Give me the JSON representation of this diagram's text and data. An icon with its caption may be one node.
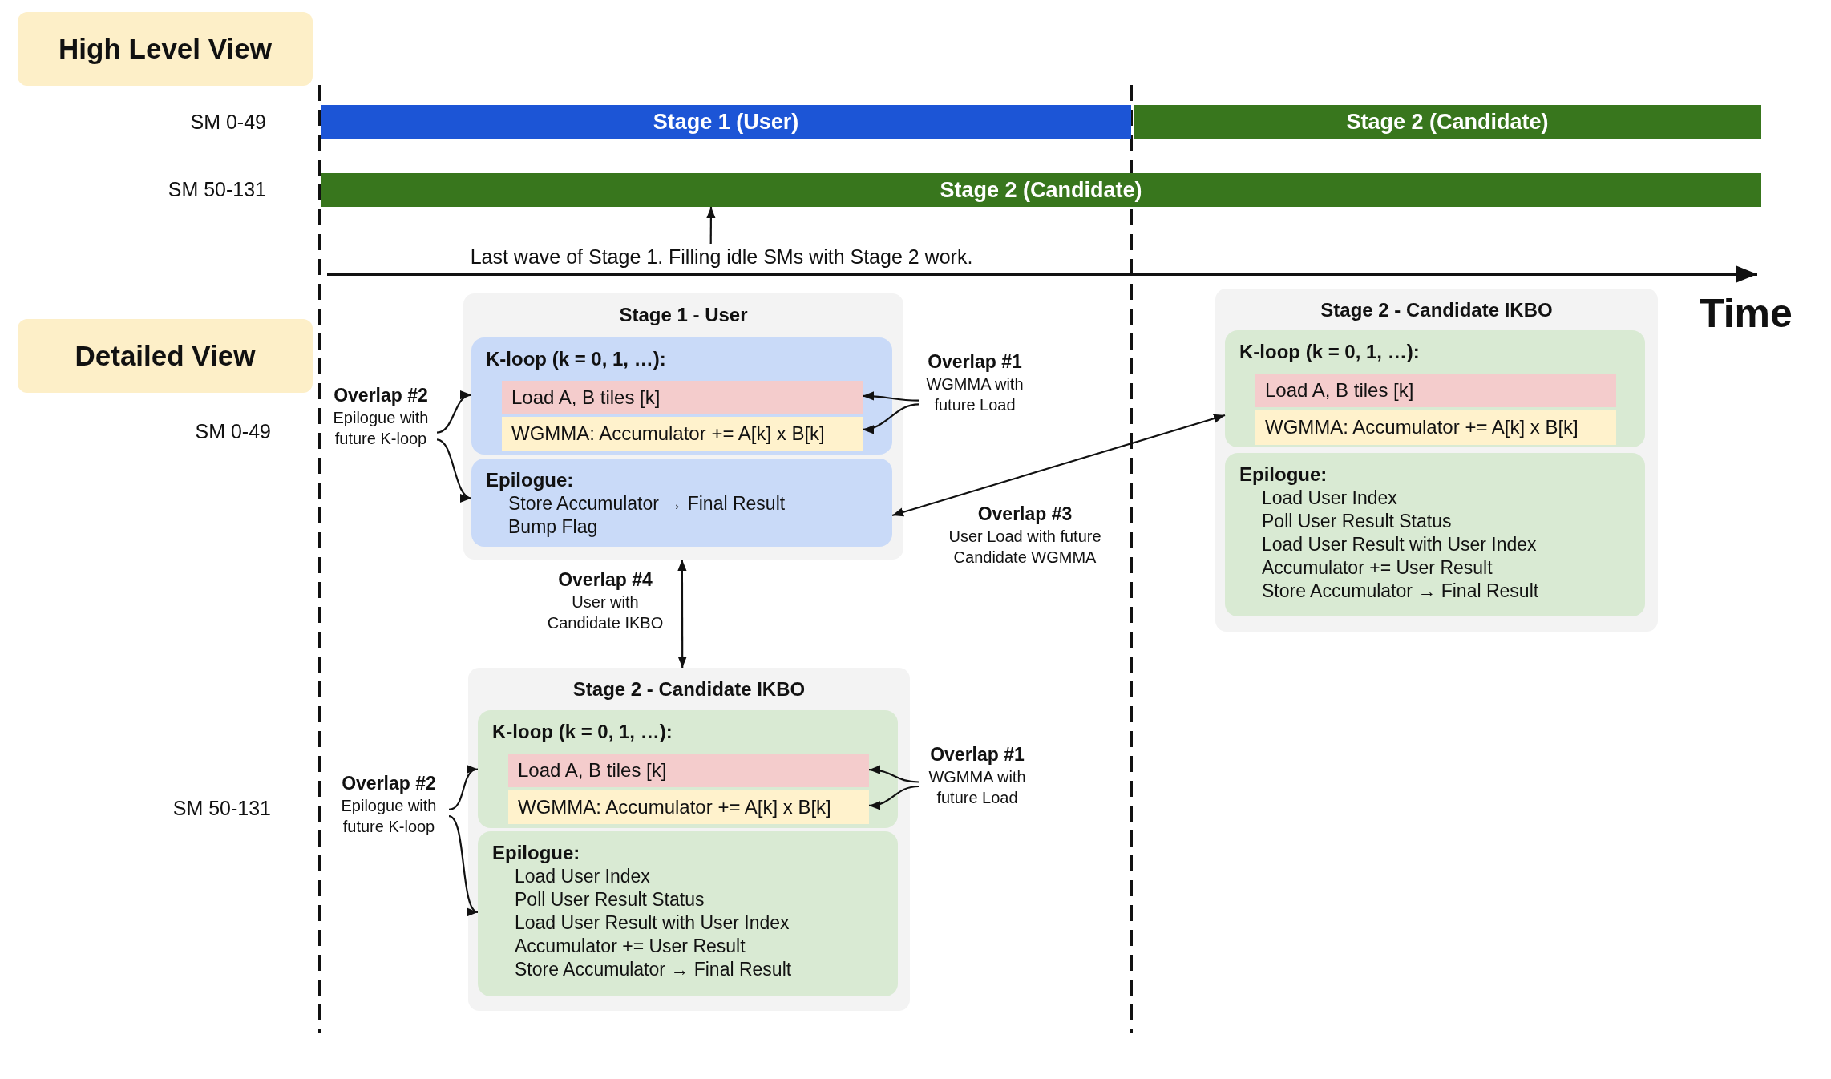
{
  "diagram": {
    "nodes": [
      {
        "text": [
          "High Level View"
        ]
      },
      {
        "text": [
          "Detailed View"
        ]
      },
      {
        "text": [
          "Stage 1 (User)"
        ]
      },
      {
        "text": [
          "Stage 2 (Candidate)"
        ]
      },
      {
        "text": [
          "Stage 2 (Candidate)"
        ]
      },
      {
        "text": [
          "Last wave of Stage 1. Filling idle SMs with Stage 2 work."
        ]
      },
      {
        "text": [
          "Stage 1 - User"
        ]
      },
      {
        "text": [
          "K-loop (k = 0, 1, …):"
        ],
        "in": 6
      },
      {
        "text": [
          "Load A, B tiles [k]"
        ],
        "in": 7
      },
      {
        "text": [
          "WGMMA: Accumulator += A[k] x B[k]"
        ],
        "in": 7
      },
      {
        "text": [
          "Epilogue:",
          "Store Accumulator → Final Result",
          "Bump Flag"
        ],
        "in": 6
      },
      {
        "text": [
          "Overlap #2",
          "Epilogue with future K-loop"
        ]
      },
      {
        "text": [
          "Overlap #1",
          "WGMMA with future Load"
        ]
      },
      {
        "text": [
          "Overlap #3",
          "User Load with future Candidate WGMMA"
        ]
      },
      {
        "text": [
          "Stage 2 - Candidate IKBO"
        ]
      },
      {
        "text": [
          "K-loop (k = 0, 1, …):"
        ],
        "in": 14
      },
      {
        "text": [
          "Load A, B tiles [k]"
        ],
        "in": 15
      },
      {
        "text": [
          "WGMMA: Accumulator += A[k] x B[k]"
        ],
        "in": 15
      },
      {
        "text": [
          "Epilogue:",
          "Load User Index",
          "Poll User Result Status",
          "Load User Result with User Index",
          "Accumulator += User Result",
          "Store Accumulator → Final Result"
        ],
        "in": 14
      },
      {
        "text": [
          "Overlap #4",
          "User with Candidate IKBO"
        ]
      },
      {
        "text": [
          "Stage 2 - Candidate IKBO"
        ]
      },
      {
        "text": [
          "K-loop (k = 0, 1, …):"
        ],
        "in": 20
      },
      {
        "text": [
          "Load A, B tiles [k]"
        ],
        "in": 21
      },
      {
        "text": [
          "WGMMA: Accumulator += A[k] x B[k]"
        ],
        "in": 21
      },
      {
        "text": [
          "Epilogue:",
          "Load User Index",
          "Poll User Result Status",
          "Load User Result with User Index",
          "Accumulator += User Result",
          "Store Accumulator → Final Result"
        ],
        "in": 20
      },
      {
        "text": [
          "Overlap #2",
          "Epilogue with future K-loop"
        ]
      },
      {
        "text": [
          "Overlap #1",
          "WGMMA with future Load"
        ]
      }
    ],
    "edges": [
      {
        "from": 5,
        "to": 4,
        "arrow": "to"
      },
      {
        "from": 12,
        "to": 8,
        "arrow": "to"
      },
      {
        "from": 12,
        "to": 9,
        "arrow": "to"
      },
      {
        "from": 11,
        "to": 7,
        "arrow": "to"
      },
      {
        "from": 11,
        "to": 10,
        "arrow": "to"
      },
      {
        "from": 10,
        "to": 15,
        "arrow": "both"
      },
      {
        "from": 6,
        "to": 20,
        "arrow": "both"
      },
      {
        "from": 26,
        "to": 22,
        "arrow": "to"
      },
      {
        "from": 26,
        "to": 23,
        "arrow": "to"
      },
      {
        "from": 25,
        "to": 21,
        "arrow": "to"
      },
      {
        "from": 25,
        "to": 24,
        "arrow": "to"
      }
    ],
    "labels": [
      "SM 0-49",
      "SM 50-131",
      "Time",
      "SM 0-49",
      "SM 50-131"
    ]
  }
}
